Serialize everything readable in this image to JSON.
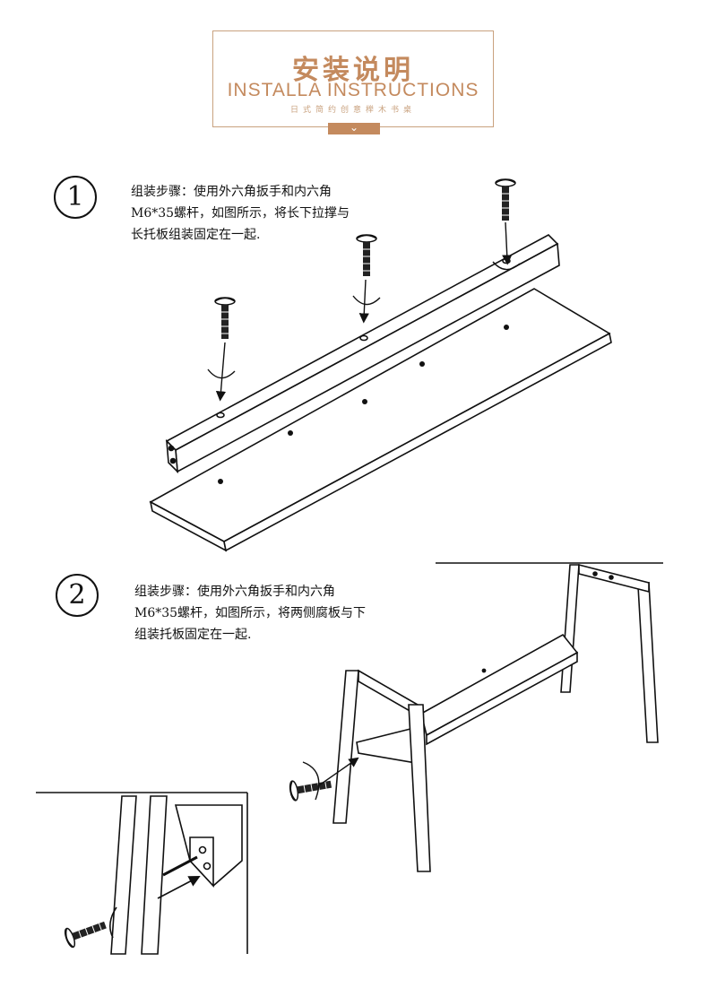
{
  "header": {
    "title_cn": "安装说明",
    "title_en": "INSTALLA INSTRUCTIONS",
    "subtitle": "日式简约创意榉木书桌",
    "accent_color": "#c48a5e",
    "chevron_icon": "chevron-down-icon"
  },
  "steps": [
    {
      "number": "1",
      "lines": [
        "组装步骤：使用外六角扳手和内六角",
        "M6*35螺杆，如图所示，将长下拉撑与",
        "长托板组装固定在一起."
      ]
    },
    {
      "number": "2",
      "lines": [
        "组装步骤：使用外六角扳手和内六角",
        "M6*35螺杆，如图所示，将两侧腐板与下",
        "组装托板固定在一起."
      ]
    }
  ]
}
